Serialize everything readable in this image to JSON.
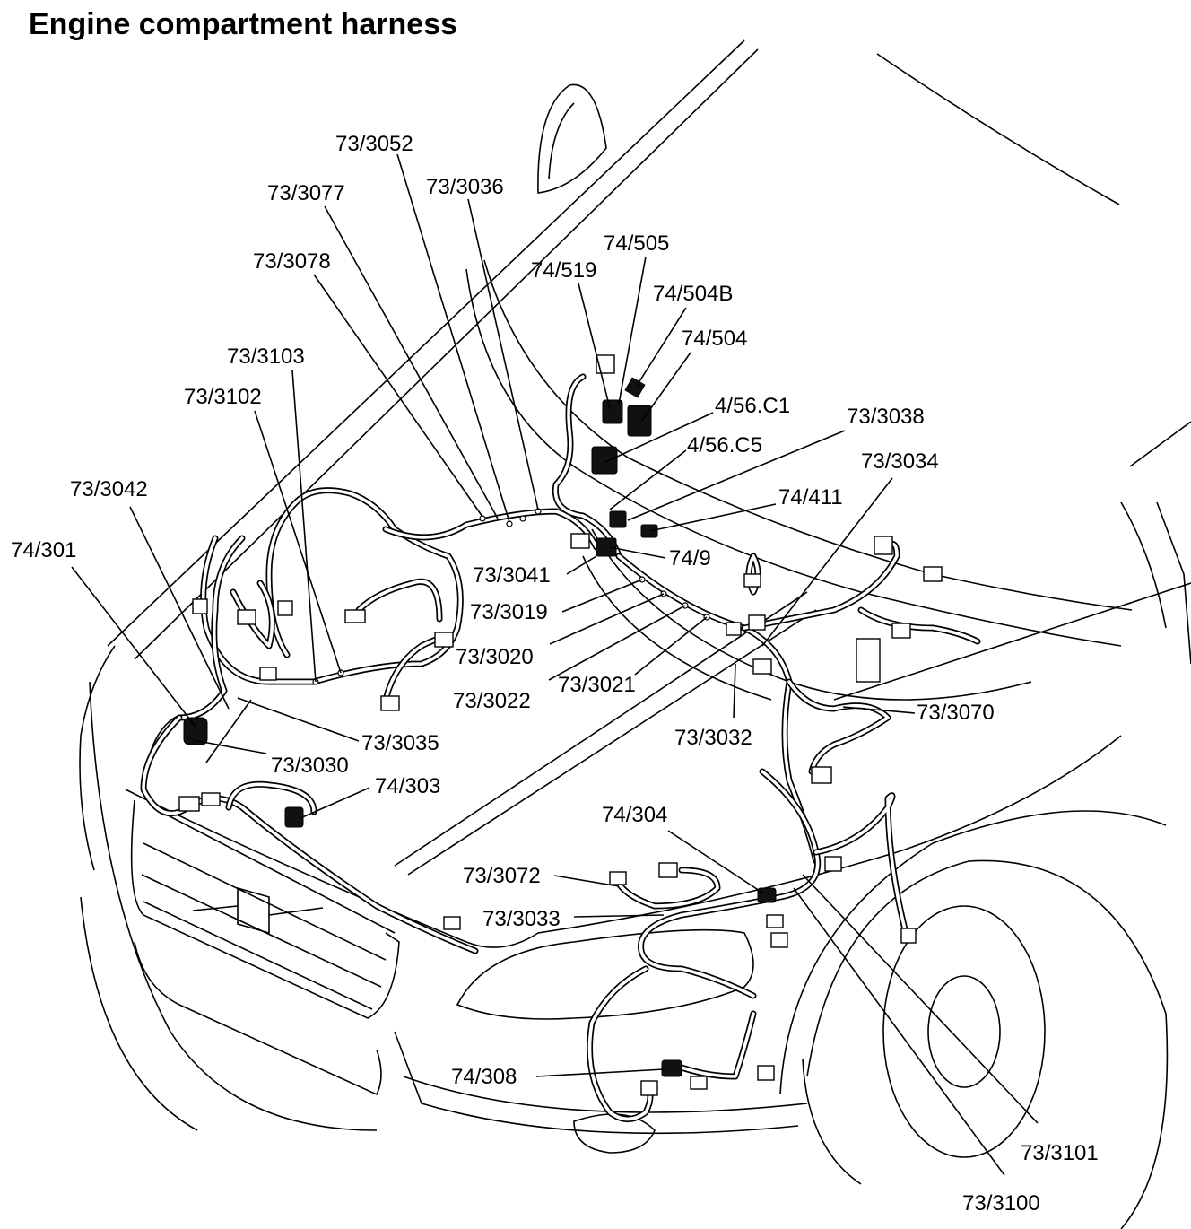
{
  "title": "Engine compartment harness",
  "callouts": [
    {
      "id": "c-73-3052",
      "text": "73/3052"
    },
    {
      "id": "c-73-3077",
      "text": "73/3077"
    },
    {
      "id": "c-73-3036",
      "text": "73/3036"
    },
    {
      "id": "c-73-3078",
      "text": "73/3078"
    },
    {
      "id": "c-74-505",
      "text": "74/505"
    },
    {
      "id": "c-74-519",
      "text": "74/519"
    },
    {
      "id": "c-74-504b",
      "text": "74/504B"
    },
    {
      "id": "c-74-504",
      "text": "74/504"
    },
    {
      "id": "c-73-3103",
      "text": "73/3103"
    },
    {
      "id": "c-73-3102",
      "text": "73/3102"
    },
    {
      "id": "c-4-56-c1",
      "text": "4/56.C1"
    },
    {
      "id": "c-73-3038",
      "text": "73/3038"
    },
    {
      "id": "c-4-56-c5",
      "text": "4/56.C5"
    },
    {
      "id": "c-73-3034",
      "text": "73/3034"
    },
    {
      "id": "c-73-3042",
      "text": "73/3042"
    },
    {
      "id": "c-74-411",
      "text": "74/411"
    },
    {
      "id": "c-74-301",
      "text": "74/301"
    },
    {
      "id": "c-74-9",
      "text": "74/9"
    },
    {
      "id": "c-73-3041",
      "text": "73/3041"
    },
    {
      "id": "c-73-3019",
      "text": "73/3019"
    },
    {
      "id": "c-73-3020",
      "text": "73/3020"
    },
    {
      "id": "c-73-3021",
      "text": "73/3021"
    },
    {
      "id": "c-73-3022",
      "text": "73/3022"
    },
    {
      "id": "c-73-3070",
      "text": "73/3070"
    },
    {
      "id": "c-73-3035",
      "text": "73/3035"
    },
    {
      "id": "c-73-3032",
      "text": "73/3032"
    },
    {
      "id": "c-73-3030",
      "text": "73/3030"
    },
    {
      "id": "c-74-303",
      "text": "74/303"
    },
    {
      "id": "c-74-304",
      "text": "74/304"
    },
    {
      "id": "c-73-3072",
      "text": "73/3072"
    },
    {
      "id": "c-73-3033",
      "text": "73/3033"
    },
    {
      "id": "c-74-308",
      "text": "74/308"
    },
    {
      "id": "c-73-3101",
      "text": "73/3101"
    },
    {
      "id": "c-73-3100",
      "text": "73/3100"
    }
  ]
}
